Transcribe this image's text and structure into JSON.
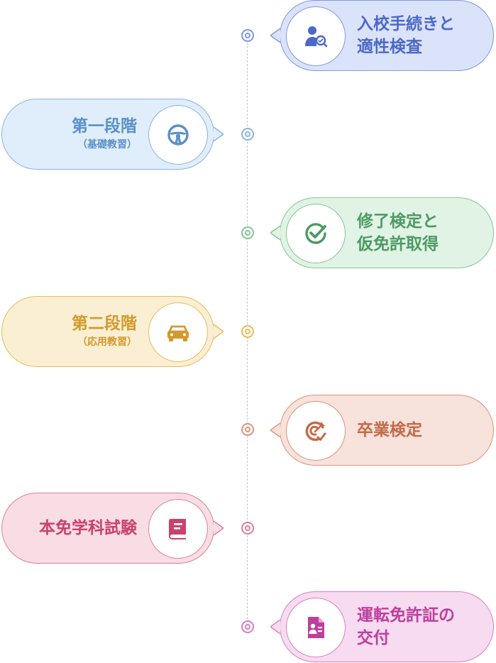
{
  "colors": {
    "blue": {
      "fill": "#dbe3fb",
      "stroke": "#7f97e3",
      "text": "#4b68c9"
    },
    "sky": {
      "fill": "#e0eefb",
      "stroke": "#88b4e0",
      "text": "#5a90c8"
    },
    "green": {
      "fill": "#e1f3e5",
      "stroke": "#83c596",
      "text": "#4d9a64"
    },
    "yellow": {
      "fill": "#fbefd3",
      "stroke": "#e8bb5c",
      "text": "#d3992c"
    },
    "orange": {
      "fill": "#f7e2dc",
      "stroke": "#dc9579",
      "text": "#c46a46"
    },
    "red": {
      "fill": "#f9dde5",
      "stroke": "#dc7e9a",
      "text": "#c9426c"
    },
    "magenta": {
      "fill": "#f7dbf0",
      "stroke": "#d780c2",
      "text": "#bd3f9d"
    }
  },
  "steps": [
    {
      "title": "入校手続きと",
      "title2": "適性検査",
      "icon": "user-search-icon",
      "side": "right"
    },
    {
      "title": "第一段階",
      "subtitle": "（基礎教習）",
      "icon": "steering-wheel-icon",
      "side": "left"
    },
    {
      "title": "修了検定と",
      "title2": "仮免許取得",
      "icon": "check-circle-icon",
      "side": "right"
    },
    {
      "title": "第二段階",
      "subtitle": "（応用教習）",
      "icon": "car-icon",
      "side": "left"
    },
    {
      "title": "卒業検定",
      "icon": "target-check-icon",
      "side": "right"
    },
    {
      "title": "本免学科試験",
      "icon": "book-icon",
      "side": "left"
    },
    {
      "title": "運転免許証の",
      "title2": "交付",
      "icon": "license-card-icon",
      "side": "right"
    }
  ]
}
